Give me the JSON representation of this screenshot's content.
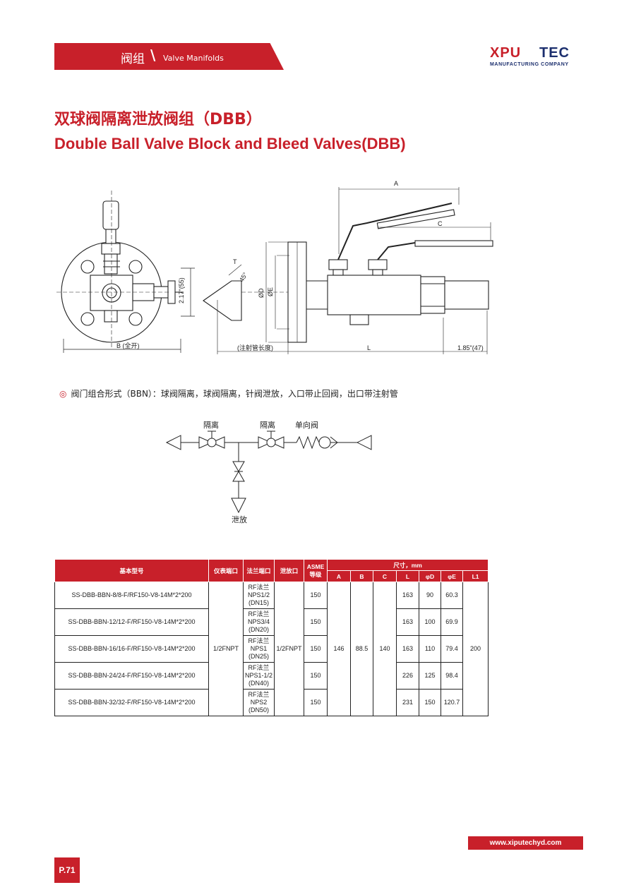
{
  "header": {
    "section_cn": "阀组",
    "separator": "\\",
    "section_en": "Valve Manifolds"
  },
  "logo": {
    "brand_a": "XPU",
    "brand_b": "TEC",
    "tagline": "MANUFACTURING COMPANY"
  },
  "title": {
    "cn": "双球阀隔离泄放阀组（DBB）",
    "en": "Double Ball Valve Block and Bleed Valves(DBB)"
  },
  "drawing": {
    "dim_a": "A",
    "dim_c": "C",
    "dim_b": "B (全开)",
    "dim_h": "2.17\"(55)",
    "dim_angle": "45°",
    "dim_t": "T",
    "dim_d": "ØD",
    "dim_e": "ØE",
    "dim_l": "L",
    "dim_l1": "(注射管长度)",
    "dim_end": "1.85\"(47)"
  },
  "note": {
    "bullet": "◎",
    "text": "阀门组合形式（BBN）：球阀隔离，球阀隔离，针阀泄放，入口带止回阀，出口带注射管"
  },
  "schematic": {
    "iso1": "隔离",
    "iso2": "隔离",
    "check": "单向阀",
    "bleed": "泄放"
  },
  "table": {
    "headers": {
      "model": "基本型号",
      "instrument_port": "仪表端口",
      "flange_port": "法兰端口",
      "bleed_port": "泄放口",
      "asme": "ASME等级",
      "dimensions": "尺寸，mm",
      "a": "A",
      "b": "B",
      "c": "C",
      "l": "L",
      "d": "φD",
      "e": "φE",
      "l1": "L1"
    },
    "shared": {
      "instrument_port": "1/2FNPT",
      "bleed_port": "1/2FNPT",
      "a": "146",
      "b": "88.5",
      "c": "140",
      "l1": "200"
    },
    "rows": [
      {
        "model": "SS-DBB-BBN-8/8-F/RF150-V8-14M*2*200",
        "flange_1": "RF法兰",
        "flange_2": "NPS1/2",
        "flange_3": "(DN15)",
        "asme": "150",
        "l": "163",
        "d": "90",
        "e": "60.3"
      },
      {
        "model": "SS-DBB-BBN-12/12-F/RF150-V8-14M*2*200",
        "flange_1": "RF法兰",
        "flange_2": "NPS3/4",
        "flange_3": "(DN20)",
        "asme": "150",
        "l": "163",
        "d": "100",
        "e": "69.9"
      },
      {
        "model": "SS-DBB-BBN-16/16-F/RF150-V8-14M*2*200",
        "flange_1": "RF法兰",
        "flange_2": "NPS1",
        "flange_3": "(DN25)",
        "asme": "150",
        "l": "163",
        "d": "110",
        "e": "79.4"
      },
      {
        "model": "SS-DBB-BBN-24/24-F/RF150-V8-14M*2*200",
        "flange_1": "RF法兰",
        "flange_2": "NPS1-1/2",
        "flange_3": "(DN40)",
        "asme": "150",
        "l": "226",
        "d": "125",
        "e": "98.4"
      },
      {
        "model": "SS-DBB-BBN-32/32-F/RF150-V8-14M*2*200",
        "flange_1": "RF法兰",
        "flange_2": "NPS2",
        "flange_3": "(DN50)",
        "asme": "150",
        "l": "231",
        "d": "150",
        "e": "120.7"
      }
    ]
  },
  "footer": {
    "url": "www.xiputechyd.com",
    "page": "P.71"
  },
  "colors": {
    "accent": "#c8202a",
    "brand_blue": "#1c2f6e"
  }
}
